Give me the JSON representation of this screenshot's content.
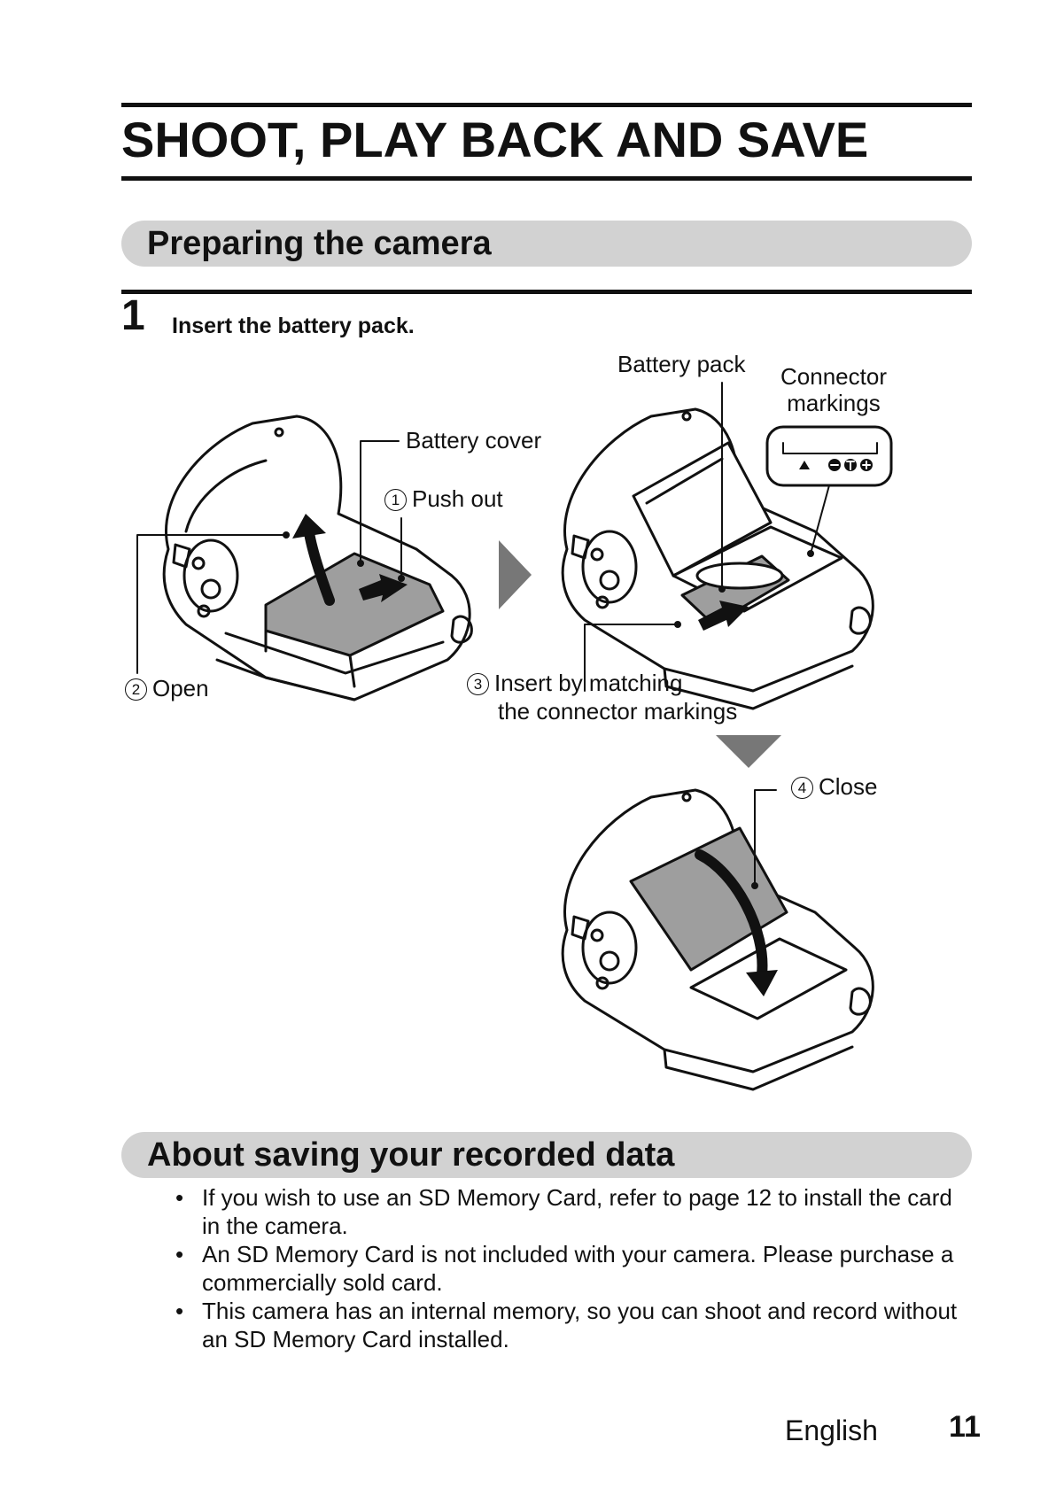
{
  "header": {
    "title": "SHOOT, PLAY BACK AND SAVE"
  },
  "section1": {
    "title": "Preparing the camera"
  },
  "step1": {
    "number": "1",
    "text": "Insert the battery pack."
  },
  "figure": {
    "battery_cover": "Battery cover",
    "push_out_num": "1",
    "push_out": "Push out",
    "open_num": "2",
    "open": "Open",
    "battery_pack": "Battery pack",
    "connector_line1": "Connector",
    "connector_line2": "markings",
    "insert_num": "3",
    "insert_line1": "Insert by matching",
    "insert_line2": "the connector markings",
    "close_num": "4",
    "close": "Close"
  },
  "section2": {
    "title": "About saving your recorded data",
    "bullets": [
      "If you wish to use an SD Memory Card, refer to page 12 to install the card in the camera.",
      "An SD Memory Card is not included with your camera. Please purchase a commercially sold card.",
      "This camera has an internal memory, so you can shoot and record without an SD Memory Card installed."
    ]
  },
  "footer": {
    "language": "English",
    "page_number": "11"
  },
  "colors": {
    "ink": "#111111",
    "band": "#d2d2d2",
    "device_fill": "#9e9e9e",
    "arrow_gray": "#777777"
  }
}
